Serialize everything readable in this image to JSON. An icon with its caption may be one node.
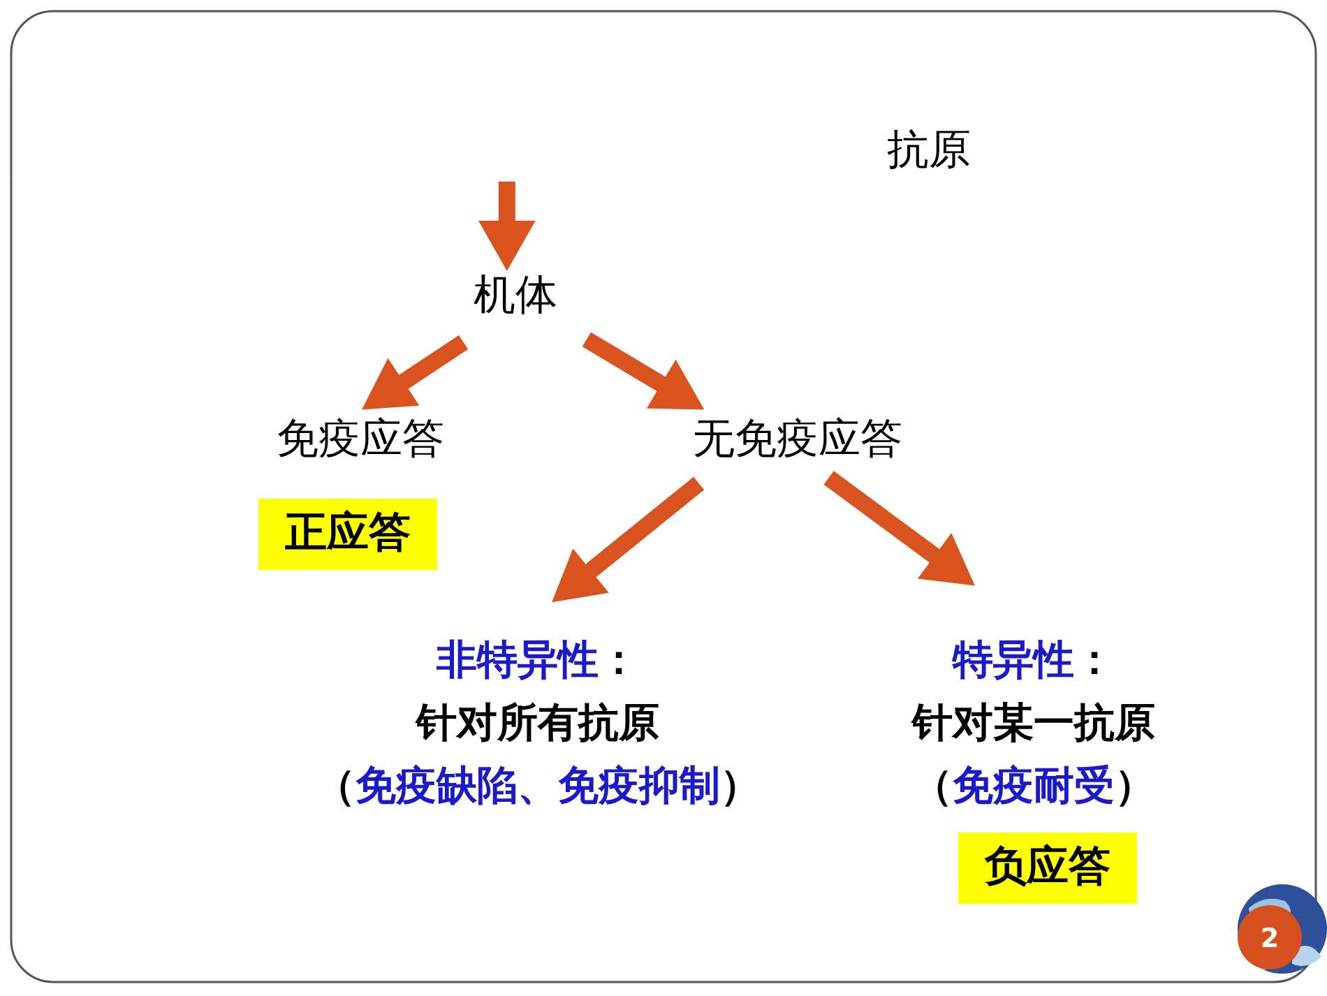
{
  "diagram": {
    "nodes": [
      {
        "text": [
          "抗原"
        ]
      },
      {
        "text": [
          "机体"
        ]
      },
      {
        "text": [
          "免疫应答"
        ]
      },
      {
        "text": [
          "正应答"
        ]
      },
      {
        "text": [
          "无免疫应答"
        ]
      },
      {
        "text": [
          "非特异性：",
          "针对所有抗原",
          "（免疫缺陷、免疫抑制）"
        ]
      },
      {
        "text": [
          "特异性：",
          "针对某一抗原",
          "（免疫耐受）"
        ]
      },
      {
        "text": [
          "负应答"
        ]
      }
    ],
    "edges": [
      {
        "from": null,
        "to": 1,
        "arrow": "to"
      },
      {
        "from": 1,
        "to": 2,
        "arrow": "to"
      },
      {
        "from": 1,
        "to": 4,
        "arrow": "to"
      },
      {
        "from": 4,
        "to": 5,
        "arrow": "to"
      },
      {
        "from": 4,
        "to": 6,
        "arrow": "to"
      }
    ],
    "labels": [
      "2"
    ]
  }
}
